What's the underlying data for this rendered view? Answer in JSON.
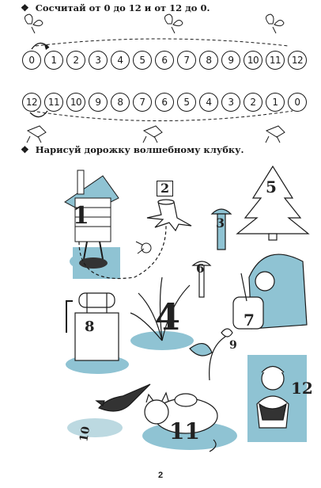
{
  "task1": {
    "bullet": "❖",
    "text": "Сосчитай от 0 до 12 и от 12 до 0."
  },
  "row_forward": [
    "0",
    "1",
    "2",
    "3",
    "4",
    "5",
    "6",
    "7",
    "8",
    "9",
    "10",
    "11",
    "12"
  ],
  "row_backward": [
    "12",
    "11",
    "10",
    "9",
    "8",
    "7",
    "6",
    "5",
    "4",
    "3",
    "2",
    "1",
    "0"
  ],
  "task2": {
    "bullet": "❖",
    "text": "Нарисуй дорожку волшебному клубку."
  },
  "pictures": {
    "hut": "1",
    "stump": "2",
    "mushroom": "3",
    "fir": "5",
    "small_mushroom": "6",
    "bush": "4",
    "well": "8",
    "hedgehog": "7",
    "flower": "9",
    "bird": "10",
    "cat": "11",
    "boy": "12"
  },
  "page_number": "2",
  "colors": {
    "accent_blue": "#8fc3d3",
    "ink": "#1a1a1a"
  }
}
